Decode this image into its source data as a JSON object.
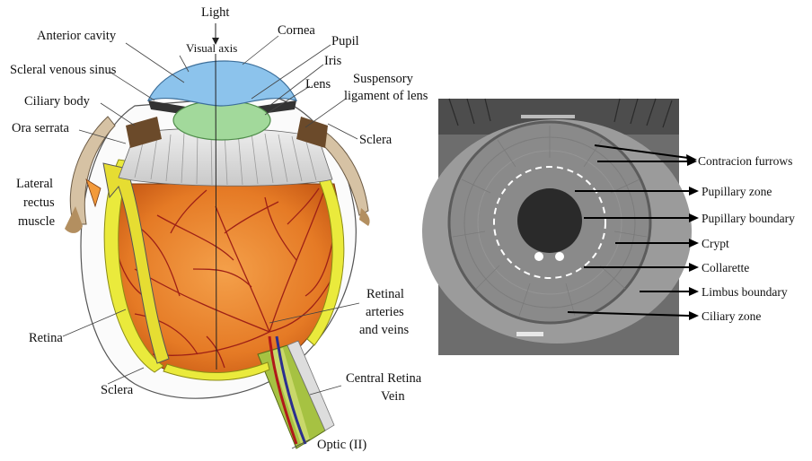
{
  "left_diagram": {
    "labels": {
      "light": "Light",
      "visual_axis": "Visual axis",
      "cornea": "Cornea",
      "anterior_cavity": "Anterior cavity",
      "pupil": "Pupil",
      "iris": "Iris",
      "scleral_venous_sinus": "Scleral venous sinus",
      "lens": "Lens",
      "suspensory_1": "Suspensory",
      "suspensory_2": "ligament of lens",
      "ciliary_body": "Ciliary body",
      "ora_serrata": "Ora serrata",
      "sclera_right": "Sclera",
      "lateral_1": "Lateral",
      "lateral_2": "rectus",
      "lateral_3": "muscle",
      "retinal_1": "Retinal",
      "retinal_2": "arteries",
      "retinal_3": "and veins",
      "retina": "Retina",
      "sclera_left": "Sclera",
      "central_1": "Central Retina",
      "central_2": "Vein",
      "optic": "Optic (II)"
    }
  },
  "right_diagram": {
    "labels": [
      "Contracion furrows",
      "Pupillary zone",
      "Pupillary boundary",
      "Crypt",
      "Collarette",
      "Limbus boundary",
      "Ciliary zone"
    ]
  },
  "colors": {
    "cornea": "#8fc3ea",
    "lens": "#9fd89a",
    "choroid": "#e8832e",
    "vessels": "#a0231b",
    "retina": "#e8e84a",
    "optic_nerve": "#b7c94a",
    "iris_photo": "#8d8d8d",
    "pupil": "#2a2a2a"
  }
}
